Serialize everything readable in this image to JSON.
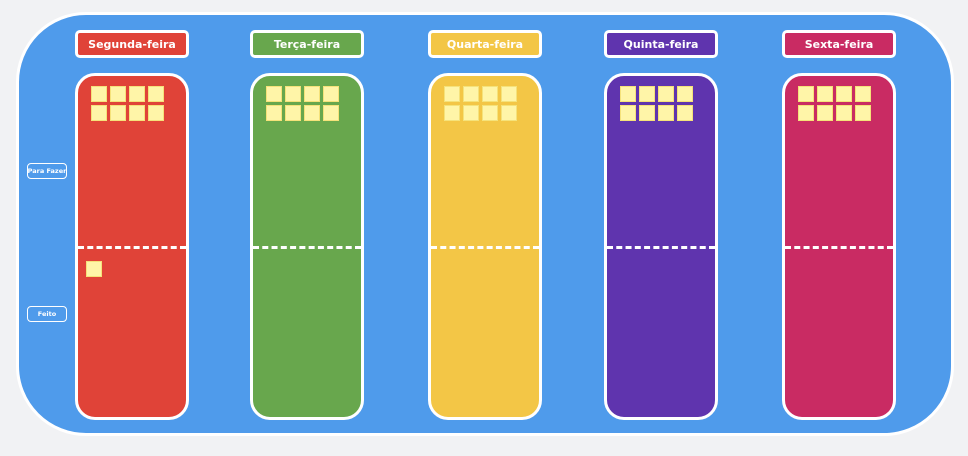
{
  "rows": {
    "todo_label": "Para Fazer",
    "done_label": "Feito"
  },
  "colors": {
    "board_background": "#4f9beb",
    "sticky_note": "#fff5a8"
  },
  "days": [
    {
      "label": "Segunda-feira",
      "color": "#e04338",
      "todo_notes": 8,
      "done_notes": 1
    },
    {
      "label": "Terça-feira",
      "color": "#68a74d",
      "todo_notes": 8,
      "done_notes": 0
    },
    {
      "label": "Quarta-feira",
      "color": "#f3c646",
      "todo_notes": 8,
      "done_notes": 0
    },
    {
      "label": "Quinta-feira",
      "color": "#5f34ae",
      "todo_notes": 8,
      "done_notes": 0
    },
    {
      "label": "Sexta-feira",
      "color": "#c92b63",
      "todo_notes": 8,
      "done_notes": 0
    }
  ]
}
